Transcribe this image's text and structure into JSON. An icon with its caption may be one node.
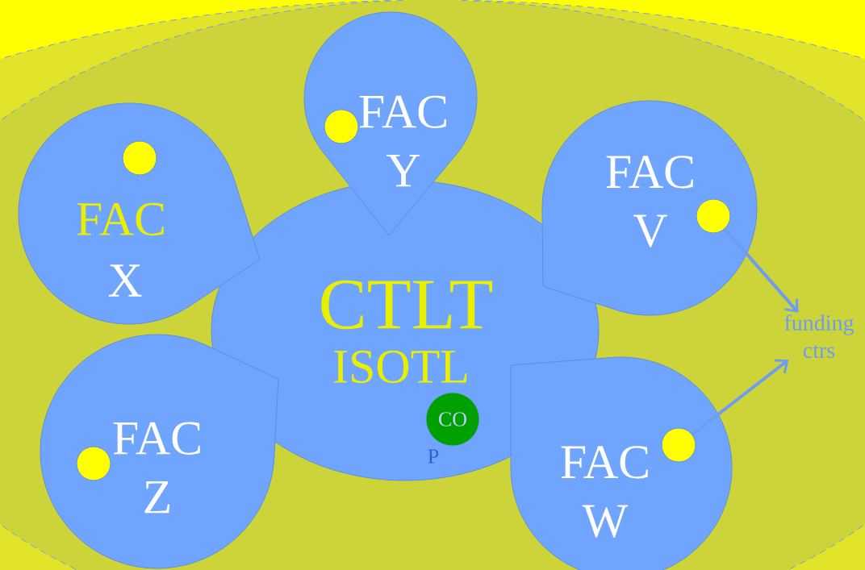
{
  "diagram": {
    "nodes": [
      {
        "text": [
          "CTLT",
          "ISOTL"
        ]
      },
      {
        "text": [
          "FAC",
          "X"
        ]
      },
      {
        "text": [],
        "shape": "circle",
        "in": 1
      },
      {
        "text": [
          "FAC Y"
        ]
      },
      {
        "text": [],
        "shape": "circle",
        "in": 3
      },
      {
        "text": [
          "FAC V"
        ]
      },
      {
        "text": [],
        "shape": "circle",
        "in": 5
      },
      {
        "text": [
          "FAC Z"
        ]
      },
      {
        "text": [],
        "shape": "circle",
        "in": 7
      },
      {
        "text": [
          "FAC W"
        ]
      },
      {
        "text": [],
        "shape": "circle",
        "in": 9
      },
      {
        "text": [
          "CO"
        ],
        "beside": [
          "P"
        ],
        "in": 0
      },
      {
        "text": [
          "funding ctrs"
        ]
      }
    ],
    "edges": [
      {
        "from": 6,
        "to": 12,
        "arrow": "to"
      },
      {
        "from": 10,
        "to": 12,
        "arrow": "to"
      }
    ]
  }
}
